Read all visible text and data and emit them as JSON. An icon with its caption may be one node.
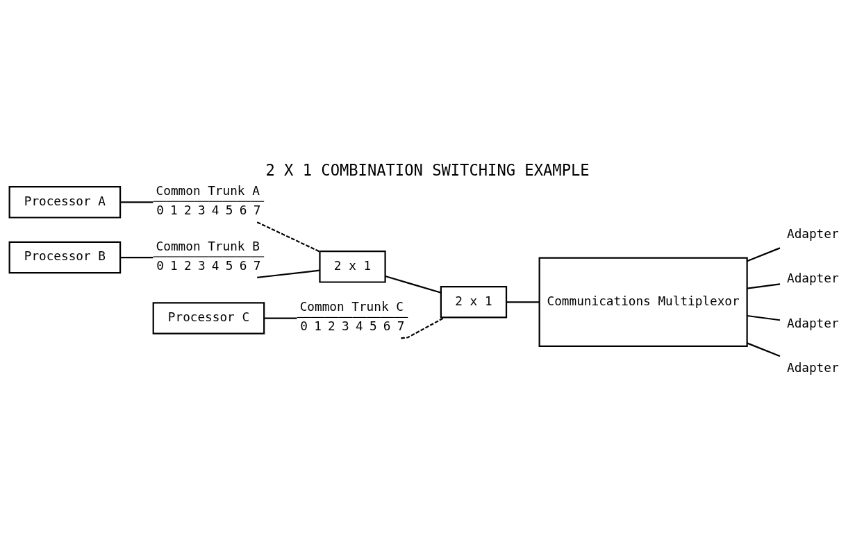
{
  "diagram": {
    "title": "2 X 1 COMBINATION SWITCHING EXAMPLE",
    "nodes": [
      {
        "text": [
          "Processor A"
        ]
      },
      {
        "text": [
          "Common Trunk A",
          "0",
          "1",
          "2",
          "3",
          "4",
          "5",
          "6",
          "7"
        ]
      },
      {
        "text": [
          "Processor B"
        ]
      },
      {
        "text": [
          "Common Trunk B",
          "0",
          "1",
          "2",
          "3",
          "4",
          "5",
          "6",
          "7"
        ]
      },
      {
        "text": [
          "2 x 1"
        ]
      },
      {
        "text": [
          "2 x 1"
        ]
      },
      {
        "text": [
          "Communications Multiplexor"
        ]
      },
      {
        "text": [
          "Processor C"
        ]
      },
      {
        "text": [
          "Common Trunk C",
          "0",
          "1",
          "2",
          "3",
          "4",
          "5",
          "6",
          "7"
        ]
      },
      {
        "text": [
          "Adapter"
        ]
      },
      {
        "text": [
          "Adapter"
        ]
      },
      {
        "text": [
          "Adapter"
        ]
      },
      {
        "text": [
          "Adapter"
        ]
      }
    ],
    "edges": [
      {
        "from": 0,
        "to": 1,
        "arrow": "none"
      },
      {
        "from": 1,
        "to": 4,
        "arrow": "none",
        "style": "dashed"
      },
      {
        "from": 2,
        "to": 3,
        "arrow": "none"
      },
      {
        "from": 3,
        "to": 4,
        "arrow": "none"
      },
      {
        "from": 4,
        "to": 5,
        "arrow": "none"
      },
      {
        "from": 7,
        "to": 8,
        "arrow": "none"
      },
      {
        "from": 8,
        "to": 5,
        "arrow": "none",
        "style": "dashed"
      },
      {
        "from": 5,
        "to": 6,
        "arrow": "none"
      },
      {
        "from": 6,
        "to": 9,
        "arrow": "none"
      },
      {
        "from": 6,
        "to": 10,
        "arrow": "none"
      },
      {
        "from": 6,
        "to": 11,
        "arrow": "none"
      },
      {
        "from": 6,
        "to": 12,
        "arrow": "none"
      }
    ]
  }
}
